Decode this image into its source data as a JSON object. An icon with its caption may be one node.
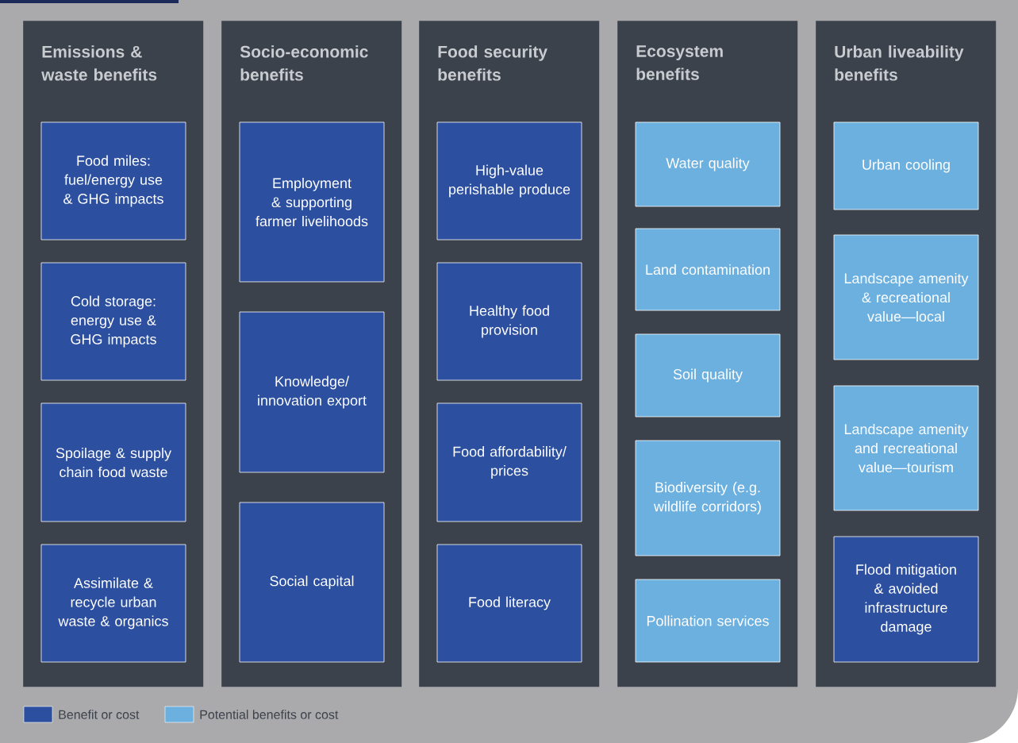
{
  "diagram": {
    "nodes": [
      {
        "text": [
          "Emissions & waste benefits"
        ]
      },
      {
        "text": [
          "Food miles: fuel/energy use & GHG impacts"
        ],
        "in": 0
      },
      {
        "text": [
          "Cold storage: energy use & GHG impacts"
        ],
        "in": 0
      },
      {
        "text": [
          "Spoilage & supply chain food waste"
        ],
        "in": 0
      },
      {
        "text": [
          "Assimilate & recycle urban waste & organics"
        ],
        "in": 0
      },
      {
        "text": [
          "Socio-economic benefits"
        ]
      },
      {
        "text": [
          "Employment & supporting farmer livelihoods"
        ],
        "in": 5
      },
      {
        "text": [
          "Knowledge/ innovation export"
        ],
        "in": 5
      },
      {
        "text": [
          "Social capital"
        ],
        "in": 5
      },
      {
        "text": [
          "Food security benefits"
        ]
      },
      {
        "text": [
          "High-value perishable produce"
        ],
        "in": 9
      },
      {
        "text": [
          "Healthy food provision"
        ],
        "in": 9
      },
      {
        "text": [
          "Food affordability/ prices"
        ],
        "in": 9
      },
      {
        "text": [
          "Food literacy"
        ],
        "in": 9
      },
      {
        "text": [
          "Ecosystem benefits"
        ]
      },
      {
        "text": [
          "Water quality"
        ],
        "in": 14
      },
      {
        "text": [
          "Land contamination"
        ],
        "in": 14
      },
      {
        "text": [
          "Soil quality"
        ],
        "in": 14
      },
      {
        "text": [
          "Biodiversity (e.g. wildlife corridors)"
        ],
        "in": 14
      },
      {
        "text": [
          "Pollination services"
        ],
        "in": 14
      },
      {
        "text": [
          "Urban liveability benefits"
        ]
      },
      {
        "text": [
          "Urban cooling"
        ],
        "in": 20
      },
      {
        "text": [
          "Landscape amenity & recreational value—local"
        ],
        "in": 20
      },
      {
        "text": [
          "Landscape amenity and recreational value—tourism"
        ],
        "in": 20
      },
      {
        "text": [
          "Flood mitigation & avoided infrastructure damage"
        ],
        "in": 20
      }
    ],
    "legend": [
      {
        "text": "Benefit or cost",
        "color": "#2c4f9f"
      },
      {
        "text": "Potential benefits or cost",
        "color": "#6cb0e0"
      }
    ]
  }
}
